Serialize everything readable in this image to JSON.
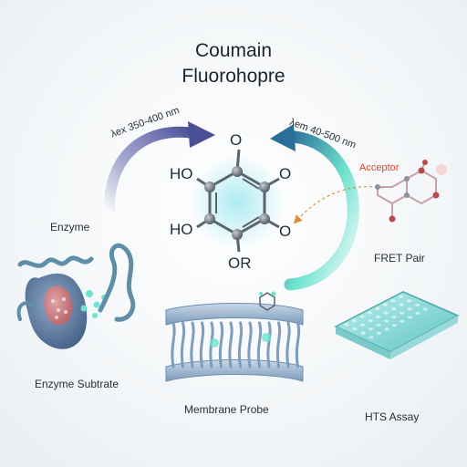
{
  "title": {
    "line1": "Coumain",
    "line2": "Fluorohopre"
  },
  "arrows": {
    "excitation_label": "λex 350-400 nm",
    "emission_label": "λem 40-500 nm",
    "acceptor_label": "Acceptor"
  },
  "molecule": {
    "atoms": {
      "o_top": "O",
      "ho_left_top": "HO",
      "ho_left_bottom": "HO",
      "o_right_top": "O",
      "o_right_bottom": "O",
      "or_bottom": "OR"
    }
  },
  "applications": {
    "enzyme": "Enzyme",
    "enzyme_substrate": "Enzyme Subtrate",
    "membrane_probe": "Membrane Probe",
    "fret_pair": "FRET Pair",
    "hts_assay": "HTS Assay"
  },
  "colors": {
    "excitation_arrow": "#4a4f96",
    "emission_arrow": "#2a7f98",
    "emission_arrow_light": "#6fe3cf",
    "acceptor": "#d9462f",
    "glow": "#9fe8ef"
  }
}
